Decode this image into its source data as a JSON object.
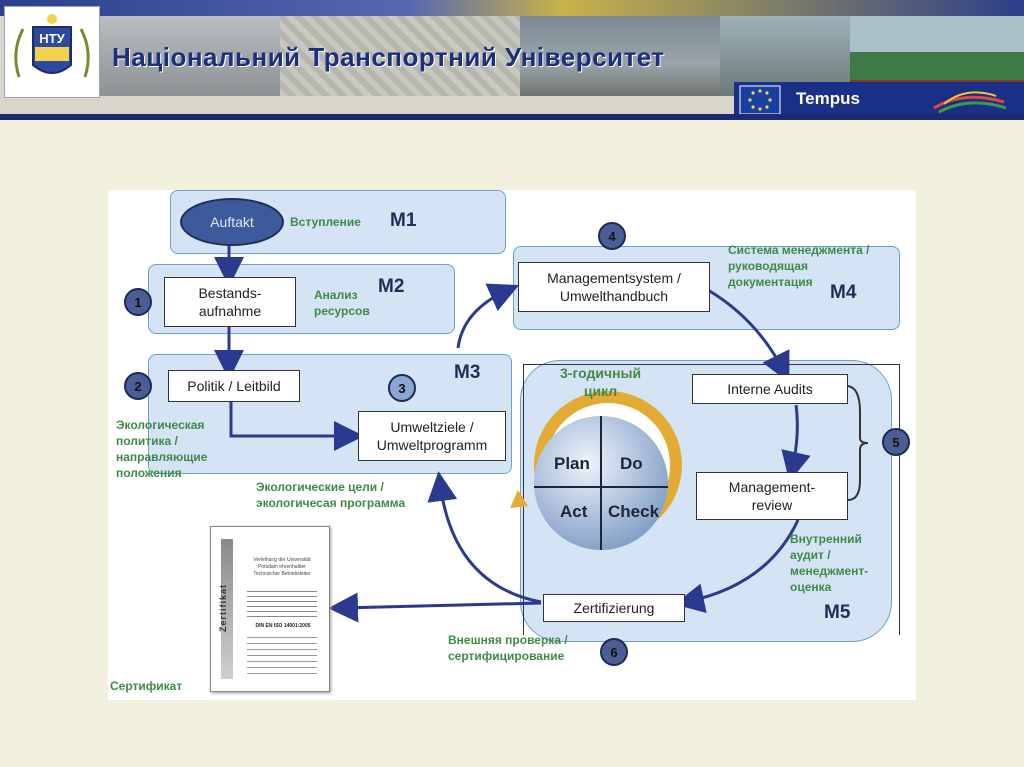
{
  "header": {
    "logo_text": "НТУ",
    "university_name": "Національний Транспортний Університет",
    "tempus_label": "Tempus"
  },
  "diagram": {
    "boxes": {
      "auftakt": "Auftakt",
      "bestand": "Bestands-\naufnahme",
      "politik": "Politik / Leitbild",
      "umweltziele": "Umweltziele /\nUmweltprogramm",
      "managementsystem": "Managementsystem /\nUmwelthandbuch",
      "interne_audits": "Interne Audits",
      "management_review": "Management-\nreview",
      "zertifizierung": "Zertifizierung"
    },
    "russian_labels": {
      "vstuplenie": "Вступление",
      "analiz": "Анализ\nресурсов",
      "politika": "Экологическая\nполитика /\nнаправляющие\nположения",
      "celi": "Экологические цели /\nэкологичесая программа",
      "sistema": "Система менеджмента /\nруководящая\nдокументация",
      "cikl": "3-годичный\nцикл",
      "audit": "Внутренний\nаудит /\nменеджмент-\nоценка",
      "vneshnyaya": "Внешняя проверка /\nсертифицирование",
      "sertifikat": "Сертификат"
    },
    "modules": [
      "M1",
      "M2",
      "M3",
      "M4",
      "M5"
    ],
    "steps": [
      "1",
      "2",
      "3",
      "4",
      "5",
      "6"
    ],
    "pdca": [
      "Plan",
      "Do",
      "Act",
      "Check"
    ],
    "certificate": {
      "vertical_word": "Zertifikat",
      "heading": "Verleihung der Universität\nPotsdam ehrenhalber\nTechnischer Betriebsleiter",
      "standard": "DIN EN ISO 14001:2005"
    }
  },
  "colors": {
    "accent_blue": "#1d2f7a",
    "arrow_blue": "#2b3a8f",
    "russian_green": "#3f8a47",
    "panel_blue": "#b0ceec",
    "pdca_gold": "#e2ab33"
  }
}
